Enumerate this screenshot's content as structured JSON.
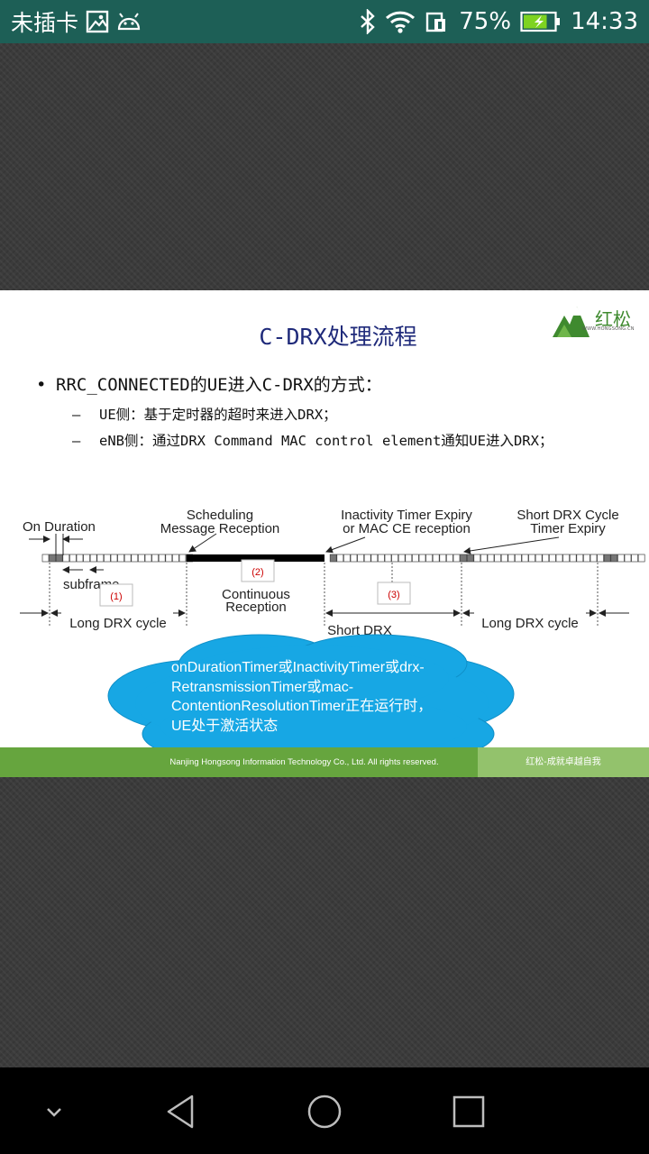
{
  "status_bar": {
    "sim": "未插卡",
    "battery_percent": "75%",
    "time": "14:33",
    "battery_level": 0.75,
    "icons": [
      "image-icon",
      "android-icon",
      "bluetooth-icon",
      "wifi-icon",
      "battery-saver-icon",
      "battery-icon"
    ]
  },
  "slide": {
    "logo_text": "红松",
    "logo_sub": "WWW.HONGSONG.CN",
    "title": "C-DRX处理流程",
    "bullet": "RRC_CONNECTED的UE进入C-DRX的方式：",
    "dash": "–",
    "dot": "•",
    "sub_items": [
      "UE侧：基于定时器的超时来进入DRX；",
      "eNB侧：通过DRX Command MAC control element通知UE进入DRX；"
    ],
    "diagram": {
      "on_duration": "On Duration",
      "scheduling_1": "Scheduling",
      "scheduling_2": "Message Reception",
      "inactivity_1": "Inactivity Timer Expiry",
      "inactivity_2": "or MAC CE reception",
      "short_expiry_1": "Short DRX Cycle",
      "short_expiry_2": "Timer Expiry",
      "subframe": "subframe",
      "marker_1": "(1)",
      "marker_2": "(2)",
      "marker_3": "(3)",
      "continuous_1": "Continuous",
      "continuous_2": "Reception",
      "long_cycle_left": "Long DRX cycle",
      "short_drx": "Short DRX",
      "long_cycle_right": "Long DRX cycle"
    },
    "cloud_text": "onDurationTimer或InactivityTimer或drx-RetransmissionTimer或mac-ContentionResolutionTimer正在运行时，UE处于激活状态",
    "footer_copyright": "Nanjing Hongsong Information Technology Co., Ltd. All rights reserved.",
    "footer_slogan": "红松-成就卓越自我"
  },
  "nav": {
    "buttons": [
      "chevron-down-icon",
      "back-icon",
      "home-icon",
      "recents-icon"
    ]
  },
  "colors": {
    "status_bar": "#1d5f56",
    "title": "#1f2a7a",
    "cloud": "#17a7e4",
    "footer_green": "#66a53e",
    "footer_light": "#93c26c"
  }
}
